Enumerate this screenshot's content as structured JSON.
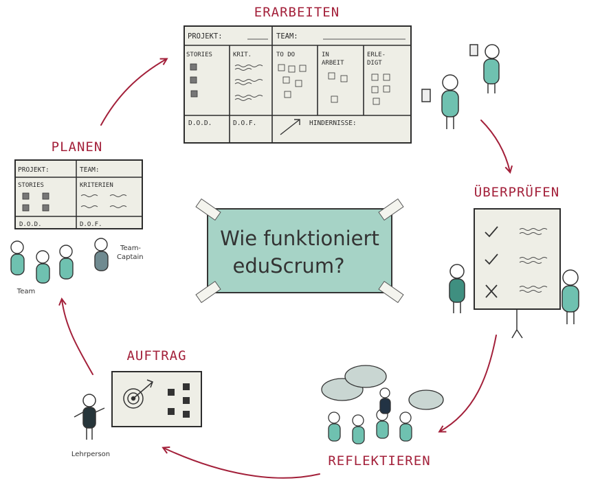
{
  "center": {
    "line1": "Wie funktioniert",
    "line2": "eduScrum?"
  },
  "stages": {
    "erarbeiten": "ERARBEITEN",
    "ueberpruefen": "ÜBERPRÜFEN",
    "reflektieren": "REFLEKTIEREN",
    "auftrag": "AUFTRAG",
    "planen": "PLANEN"
  },
  "erarbeiten_board": {
    "projekt": "PROJEKT:",
    "team": "TEAM:",
    "stories": "STORIES",
    "krit": "KRIT.",
    "todo": "TO DO",
    "in_arbeit_1": "IN",
    "in_arbeit_2": "ARBEIT",
    "erledigt_1": "ERLE-",
    "erledigt_2": "DIGT",
    "dod": "D.O.D.",
    "dof": "D.O.F.",
    "hindernisse": "HINDERNISSE:"
  },
  "planen_board": {
    "projekt": "PROJEKT:",
    "team": "TEAM:",
    "stories": "STORIES",
    "kriterien": "KRITERIEN",
    "dod": "D.O.D.",
    "dof": "D.O.F."
  },
  "people": {
    "team": "Team",
    "captain_1": "Team-",
    "captain_2": "Captain",
    "lehrperson": "Lehrperson"
  },
  "colors": {
    "accent": "#a3203a",
    "teal": "#6fc1b0",
    "teal_dark": "#3f8f80",
    "sign": "#a6d3c6"
  }
}
